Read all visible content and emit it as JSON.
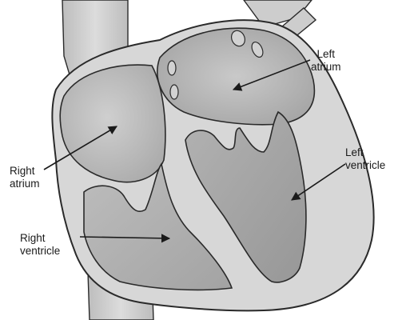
{
  "labels": {
    "left_atrium": {
      "line1": "Left",
      "line2": "atrium"
    },
    "left_ventricle": {
      "line1": "Left",
      "line2": "ventricle"
    },
    "right_atrium": {
      "line1": "Right",
      "line2": "atrium"
    },
    "right_ventricle": {
      "line1": "Right",
      "line2": "ventricle"
    }
  },
  "colors": {
    "outline": "#2a2a2a",
    "wall": "#d7d7d7",
    "chamber": "#a9a9a9",
    "chamber_light": "#b9b9b9",
    "vessel": "#c9c9c9"
  }
}
